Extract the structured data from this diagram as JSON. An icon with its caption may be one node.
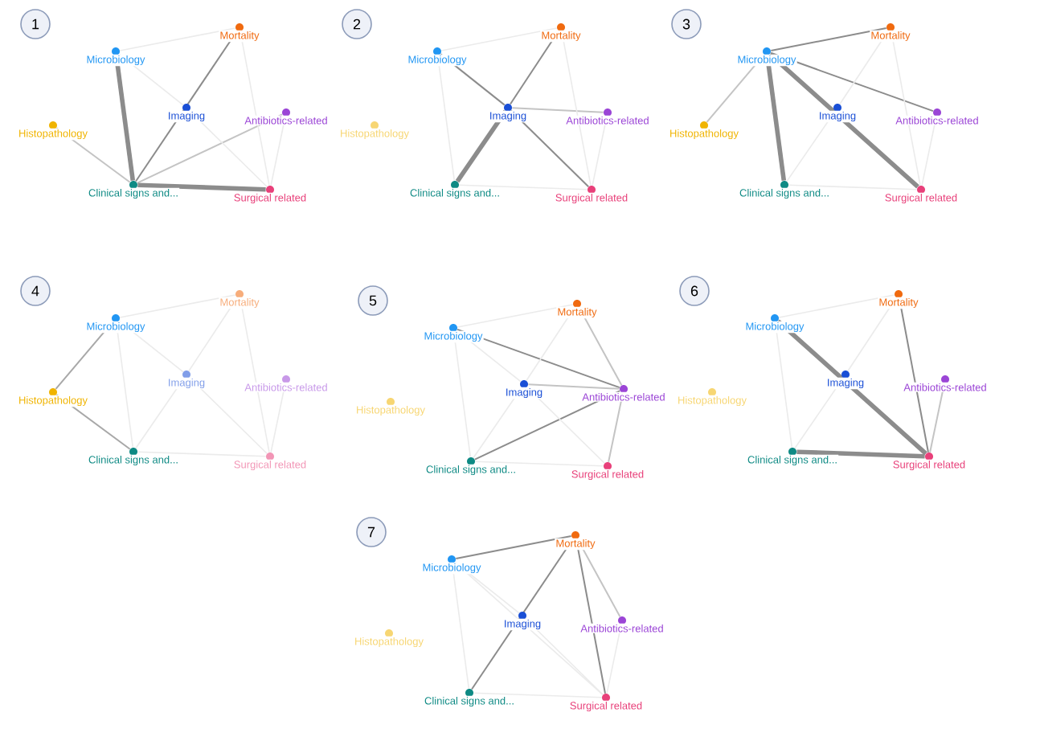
{
  "diagram": {
    "nodes": [
      {
        "text": [
          "1"
        ]
      },
      {
        "text": [
          "Microbiology"
        ]
      },
      {
        "text": [
          "Mortality"
        ]
      },
      {
        "text": [
          "Histopathology"
        ]
      },
      {
        "text": [
          "Imaging"
        ]
      },
      {
        "text": [
          "Antibiotics-related"
        ]
      },
      {
        "text": [
          "Clinical signs and..."
        ]
      },
      {
        "text": [
          "Surgical related"
        ]
      },
      {
        "text": [
          "2"
        ]
      },
      {
        "text": [
          "Microbiology"
        ]
      },
      {
        "text": [
          "Mortality"
        ]
      },
      {
        "text": [
          "Histopathology"
        ]
      },
      {
        "text": [
          "Imaging"
        ]
      },
      {
        "text": [
          "Antibiotics-related"
        ]
      },
      {
        "text": [
          "Clinical signs and..."
        ]
      },
      {
        "text": [
          "Surgical related"
        ]
      },
      {
        "text": [
          "3"
        ]
      },
      {
        "text": [
          "Microbiology"
        ]
      },
      {
        "text": [
          "Mortality"
        ]
      },
      {
        "text": [
          "Histopathology"
        ]
      },
      {
        "text": [
          "Imaging"
        ]
      },
      {
        "text": [
          "Antibiotics-related"
        ]
      },
      {
        "text": [
          "Clinical signs and..."
        ]
      },
      {
        "text": [
          "Surgical related"
        ]
      },
      {
        "text": [
          "4"
        ]
      },
      {
        "text": [
          "Microbiology"
        ]
      },
      {
        "text": [
          "Mortality"
        ]
      },
      {
        "text": [
          "Histopathology"
        ]
      },
      {
        "text": [
          "Imaging"
        ]
      },
      {
        "text": [
          "Antibiotics-related"
        ]
      },
      {
        "text": [
          "Clinical signs and..."
        ]
      },
      {
        "text": [
          "Surgical related"
        ]
      },
      {
        "text": [
          "5"
        ]
      },
      {
        "text": [
          "Microbiology"
        ]
      },
      {
        "text": [
          "Mortality"
        ]
      },
      {
        "text": [
          "Histopathology"
        ]
      },
      {
        "text": [
          "Imaging"
        ]
      },
      {
        "text": [
          "Antibiotics-related"
        ]
      },
      {
        "text": [
          "Clinical signs and..."
        ]
      },
      {
        "text": [
          "Surgical related"
        ]
      },
      {
        "text": [
          "6"
        ]
      },
      {
        "text": [
          "Microbiology"
        ]
      },
      {
        "text": [
          "Mortality"
        ]
      },
      {
        "text": [
          "Histopathology"
        ]
      },
      {
        "text": [
          "Imaging"
        ]
      },
      {
        "text": [
          "Antibiotics-related"
        ]
      },
      {
        "text": [
          "Clinical signs and..."
        ]
      },
      {
        "text": [
          "Surgical related"
        ]
      },
      {
        "text": [
          "7"
        ]
      },
      {
        "text": [
          "Microbiology"
        ]
      },
      {
        "text": [
          "Mortality"
        ]
      },
      {
        "text": [
          "Histopathology"
        ]
      },
      {
        "text": [
          "Imaging"
        ]
      },
      {
        "text": [
          "Antibiotics-related"
        ]
      },
      {
        "text": [
          "Clinical signs and..."
        ]
      },
      {
        "text": [
          "Surgical related"
        ]
      }
    ],
    "edges": [
      {
        "from": 6,
        "to": 1,
        "arrow": "none",
        "style": "thick",
        "color": "#8c8c8c"
      },
      {
        "from": 6,
        "to": 2,
        "arrow": "none",
        "color": "#8c8c8c"
      },
      {
        "from": 6,
        "to": 5,
        "arrow": "none",
        "color": "#c4c4c4"
      },
      {
        "from": 6,
        "to": 7,
        "arrow": "none",
        "style": "thick",
        "color": "#8c8c8c"
      },
      {
        "from": 6,
        "to": 3,
        "arrow": "none",
        "color": "#c4c4c4"
      },
      {
        "from": 1,
        "to": 2,
        "arrow": "none"
      },
      {
        "from": 1,
        "to": 4,
        "arrow": "none"
      },
      {
        "from": 2,
        "to": 7,
        "arrow": "none"
      },
      {
        "from": 4,
        "to": 7,
        "arrow": "none"
      },
      {
        "from": 5,
        "to": 7,
        "arrow": "none"
      },
      {
        "from": 12,
        "to": 9,
        "arrow": "none",
        "color": "#8c8c8c"
      },
      {
        "from": 12,
        "to": 10,
        "arrow": "none",
        "color": "#8c8c8c"
      },
      {
        "from": 12,
        "to": 14,
        "arrow": "none",
        "style": "thick",
        "color": "#8c8c8c"
      },
      {
        "from": 12,
        "to": 15,
        "arrow": "none",
        "color": "#8c8c8c"
      },
      {
        "from": 12,
        "to": 13,
        "arrow": "none",
        "color": "#c4c4c4"
      },
      {
        "from": 9,
        "to": 10,
        "arrow": "none"
      },
      {
        "from": 9,
        "to": 14,
        "arrow": "none"
      },
      {
        "from": 10,
        "to": 15,
        "arrow": "none"
      },
      {
        "from": 14,
        "to": 15,
        "arrow": "none"
      },
      {
        "from": 13,
        "to": 15,
        "arrow": "none"
      },
      {
        "from": 17,
        "to": 18,
        "arrow": "none",
        "color": "#8c8c8c"
      },
      {
        "from": 17,
        "to": 22,
        "arrow": "none",
        "style": "thick",
        "color": "#8c8c8c"
      },
      {
        "from": 17,
        "to": 23,
        "arrow": "none",
        "style": "thick",
        "color": "#8c8c8c"
      },
      {
        "from": 17,
        "to": 21,
        "arrow": "none",
        "color": "#8c8c8c"
      },
      {
        "from": 17,
        "to": 19,
        "arrow": "none",
        "color": "#c4c4c4"
      },
      {
        "from": 18,
        "to": 20,
        "arrow": "none"
      },
      {
        "from": 18,
        "to": 23,
        "arrow": "none"
      },
      {
        "from": 20,
        "to": 22,
        "arrow": "none"
      },
      {
        "from": 22,
        "to": 23,
        "arrow": "none"
      },
      {
        "from": 21,
        "to": 23,
        "arrow": "none"
      },
      {
        "from": 27,
        "to": 25,
        "arrow": "none",
        "color": "#a8a8a8"
      },
      {
        "from": 27,
        "to": 30,
        "arrow": "none",
        "color": "#a8a8a8"
      },
      {
        "from": 25,
        "to": 26,
        "arrow": "none"
      },
      {
        "from": 25,
        "to": 30,
        "arrow": "none"
      },
      {
        "from": 25,
        "to": 28,
        "arrow": "none"
      },
      {
        "from": 26,
        "to": 28,
        "arrow": "none"
      },
      {
        "from": 26,
        "to": 31,
        "arrow": "none"
      },
      {
        "from": 28,
        "to": 30,
        "arrow": "none"
      },
      {
        "from": 28,
        "to": 31,
        "arrow": "none"
      },
      {
        "from": 30,
        "to": 31,
        "arrow": "none"
      },
      {
        "from": 29,
        "to": 31,
        "arrow": "none"
      },
      {
        "from": 37,
        "to": 33,
        "arrow": "none",
        "color": "#8c8c8c"
      },
      {
        "from": 37,
        "to": 38,
        "arrow": "none",
        "color": "#8c8c8c"
      },
      {
        "from": 37,
        "to": 36,
        "arrow": "none",
        "color": "#c4c4c4"
      },
      {
        "from": 37,
        "to": 34,
        "arrow": "none",
        "color": "#c4c4c4"
      },
      {
        "from": 37,
        "to": 39,
        "arrow": "none",
        "color": "#c4c4c4"
      },
      {
        "from": 33,
        "to": 34,
        "arrow": "none"
      },
      {
        "from": 33,
        "to": 38,
        "arrow": "none"
      },
      {
        "from": 33,
        "to": 36,
        "arrow": "none"
      },
      {
        "from": 34,
        "to": 36,
        "arrow": "none"
      },
      {
        "from": 36,
        "to": 38,
        "arrow": "none"
      },
      {
        "from": 36,
        "to": 39,
        "arrow": "none"
      },
      {
        "from": 38,
        "to": 39,
        "arrow": "none"
      },
      {
        "from": 47,
        "to": 41,
        "arrow": "none",
        "style": "thick",
        "color": "#8c8c8c"
      },
      {
        "from": 47,
        "to": 46,
        "arrow": "none",
        "style": "thick",
        "color": "#8c8c8c"
      },
      {
        "from": 47,
        "to": 42,
        "arrow": "none",
        "color": "#8c8c8c"
      },
      {
        "from": 47,
        "to": 45,
        "arrow": "none",
        "color": "#c4c4c4"
      },
      {
        "from": 41,
        "to": 42,
        "arrow": "none"
      },
      {
        "from": 41,
        "to": 46,
        "arrow": "none"
      },
      {
        "from": 42,
        "to": 44,
        "arrow": "none"
      },
      {
        "from": 44,
        "to": 46,
        "arrow": "none"
      },
      {
        "from": 50,
        "to": 49,
        "arrow": "none",
        "color": "#8c8c8c"
      },
      {
        "from": 50,
        "to": 54,
        "arrow": "none",
        "color": "#8c8c8c"
      },
      {
        "from": 50,
        "to": 55,
        "arrow": "none",
        "color": "#8c8c8c"
      },
      {
        "from": 50,
        "to": 53,
        "arrow": "none",
        "color": "#c4c4c4"
      },
      {
        "from": 49,
        "to": 54,
        "arrow": "none"
      },
      {
        "from": 49,
        "to": 52,
        "arrow": "none"
      },
      {
        "from": 52,
        "to": 55,
        "arrow": "none"
      },
      {
        "from": 54,
        "to": 55,
        "arrow": "none"
      },
      {
        "from": 53,
        "to": 55,
        "arrow": "none"
      },
      {
        "from": 49,
        "to": 55,
        "arrow": "none"
      }
    ]
  }
}
